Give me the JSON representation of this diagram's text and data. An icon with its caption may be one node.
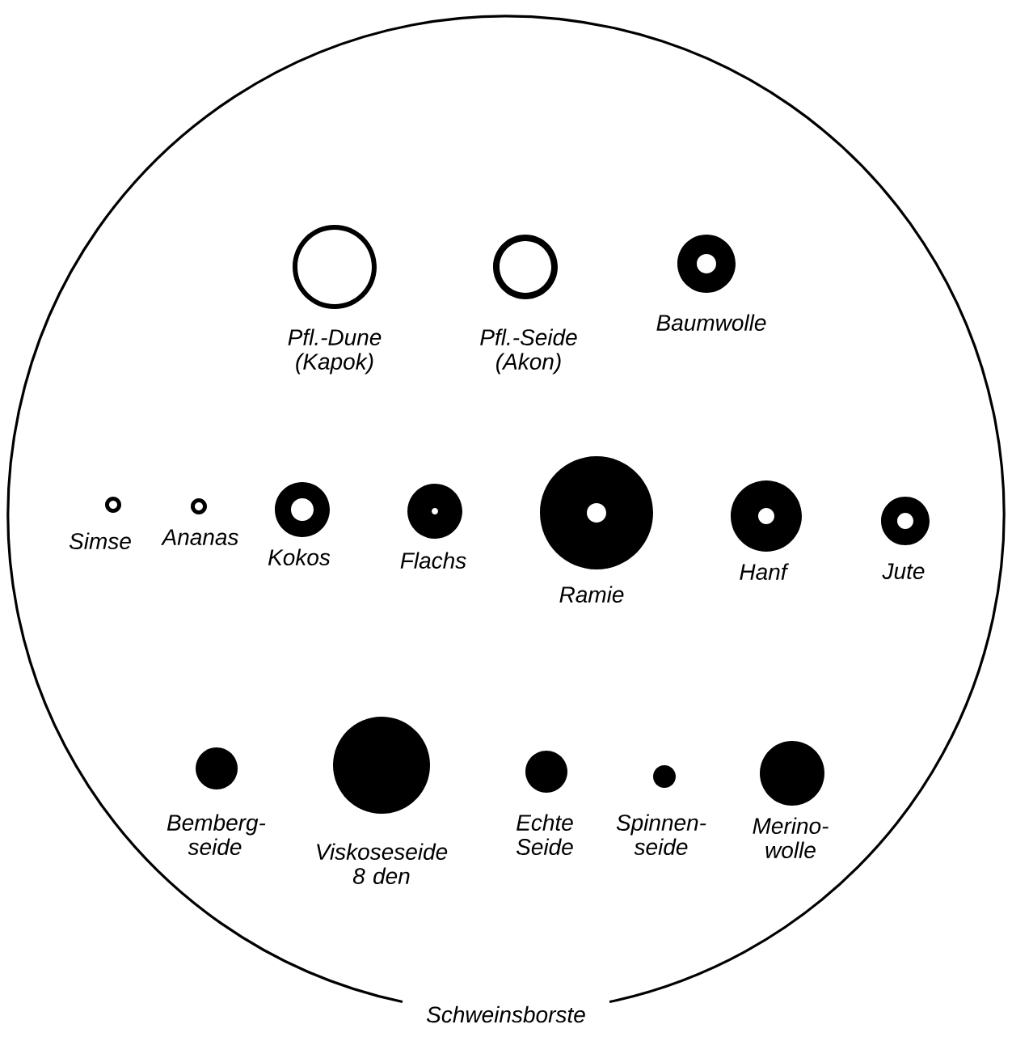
{
  "diagram": {
    "nodes": [
      {
        "text": [
          "Schweinsborste"
        ]
      },
      {
        "text": [
          "Pfl.-Dune (Kapok)"
        ],
        "in": 0
      },
      {
        "text": [
          "Pfl.-Seide (Akon)"
        ],
        "in": 0
      },
      {
        "text": [
          "Baumwolle"
        ],
        "in": 0
      },
      {
        "text": [
          "Simse"
        ],
        "in": 0
      },
      {
        "text": [
          "Ananas"
        ],
        "in": 0
      },
      {
        "text": [
          "Kokos"
        ],
        "in": 0
      },
      {
        "text": [
          "Flachs"
        ],
        "in": 0
      },
      {
        "text": [
          "Ramie"
        ],
        "in": 0
      },
      {
        "text": [
          "Hanf"
        ],
        "in": 0
      },
      {
        "text": [
          "Jute"
        ],
        "in": 0
      },
      {
        "text": [
          "Bemberg- seide"
        ],
        "in": 0
      },
      {
        "text": [
          "Viskoseseide 8 den"
        ],
        "in": 0
      },
      {
        "text": [
          "Echte Seide"
        ],
        "in": 0
      },
      {
        "text": [
          "Spinnen- seide"
        ],
        "in": 0
      },
      {
        "text": [
          "Merino- wolle"
        ],
        "in": 0
      }
    ]
  }
}
